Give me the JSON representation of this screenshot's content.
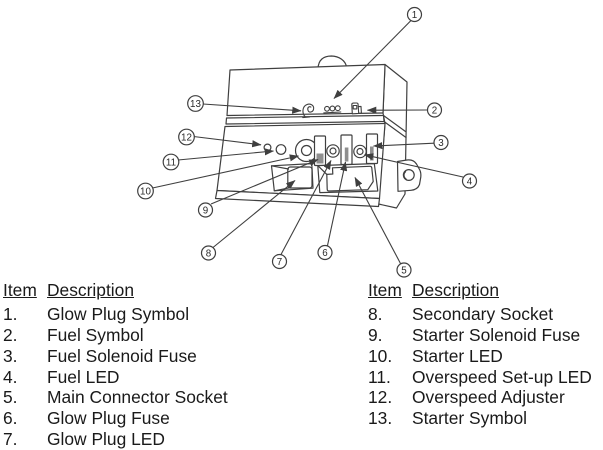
{
  "figure": {
    "callouts": [
      "1",
      "2",
      "3",
      "4",
      "5",
      "6",
      "7",
      "8",
      "9",
      "10",
      "11",
      "12",
      "13"
    ]
  },
  "legend": {
    "left": {
      "item_header": "Item",
      "description_header": "Description",
      "rows": [
        {
          "num": "1.",
          "label": "Glow Plug Symbol"
        },
        {
          "num": "2.",
          "label": "Fuel Symbol"
        },
        {
          "num": "3.",
          "label": "Fuel Solenoid Fuse"
        },
        {
          "num": "4.",
          "label": "Fuel LED"
        },
        {
          "num": "5.",
          "label": "Main Connector Socket"
        },
        {
          "num": "6.",
          "label": "Glow Plug Fuse"
        },
        {
          "num": "7.",
          "label": "Glow Plug LED"
        }
      ]
    },
    "right": {
      "item_header": "Item",
      "description_header": "Description",
      "rows": [
        {
          "num": "8.",
          "label": "Secondary Socket"
        },
        {
          "num": "9.",
          "label": "Starter Solenoid Fuse"
        },
        {
          "num": "10.",
          "label": "Starter LED"
        },
        {
          "num": "11.",
          "label": "Overspeed Set-up LED"
        },
        {
          "num": "12.",
          "label": "Overspeed Adjuster"
        },
        {
          "num": "13.",
          "label": "Starter Symbol"
        }
      ]
    }
  },
  "colors": {
    "ink": "#1a1a1a",
    "line": "#3f3f3f"
  }
}
